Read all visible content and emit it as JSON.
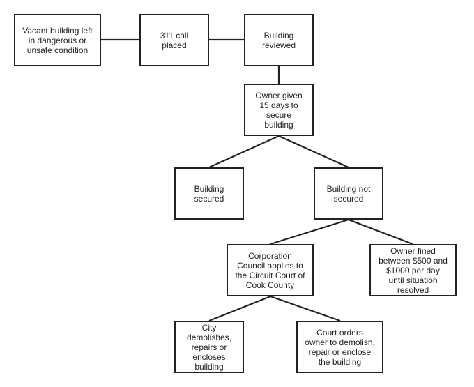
{
  "diagram": {
    "nodes": {
      "vacant": "Vacant building left\nin dangerous or\nunsafe condition",
      "call311": "311 call\nplaced",
      "reviewed": "Building\nreviewed",
      "owner_given": "Owner given\n15 days to\nsecure\nbuilding",
      "secured": "Building\nsecured",
      "not_secured": "Building not\nsecured",
      "corp_council": "Corporation\nCouncil applies to\nthe Circuit Court of\nCook County",
      "owner_fined": "Owner fined\nbetween $500 and\n$1000 per day\nuntil situation\nresolved",
      "city_demolishes": "City\ndemolishes,\nrepairs or\nencloses\nbuilding",
      "court_orders": "Court orders\nowner to demolish,\nrepair or enclose\nthe building"
    },
    "colors": {
      "stroke": "#222222",
      "fill": "#ffffff",
      "text": "#222222"
    }
  }
}
